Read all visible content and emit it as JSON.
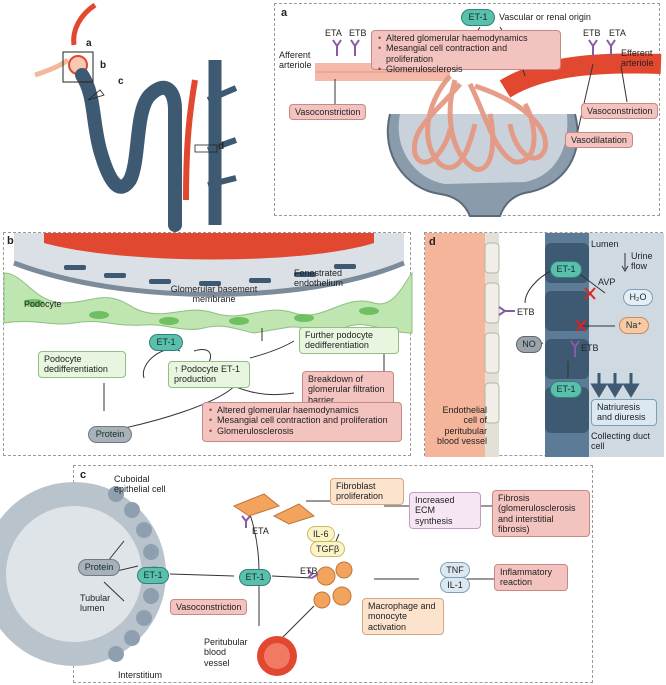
{
  "overview": {
    "labels": [
      "a",
      "b",
      "c",
      "d"
    ]
  },
  "panel_a": {
    "letter": "a",
    "et1": "ET-1",
    "origin": "Vascular or renal origin",
    "effects": [
      "Altered glomerular haemodynamics",
      "Mesangial cell contraction and proliferation",
      "Glomerulosclerosis"
    ],
    "left_receptors": [
      "ETA",
      "ETB"
    ],
    "right_receptors": [
      "ETB",
      "ETA"
    ],
    "afferent": "Afferent arteriole",
    "efferent": "Efferent arteriole",
    "vasoconstriction_left": "Vasoconstriction",
    "vasoconstriction_right": "Vasoconstriction",
    "vasodilatation": "Vasodilatation"
  },
  "panel_b": {
    "letter": "b",
    "podocyte": "Podocyte",
    "gbm": "Glomerular basement membrane",
    "fenestrated": "Fenestrated endothelium",
    "et1": "ET-1",
    "dedifferentiation": "Podocyte dedifferentiation",
    "production": "↑ Podocyte ET-1 production",
    "further": "Further podocyte dedifferentiation",
    "breakdown": "Breakdown of glomerular filtration barrier",
    "effects": [
      "Altered glomerular haemodynamics",
      "Mesangial cell contraction and proliferation",
      "Glomerulosclerosis"
    ],
    "protein": "Protein"
  },
  "panel_d": {
    "letter": "d",
    "lumen": "Lumen",
    "urine_flow": "Urine flow",
    "et1_top": "ET-1",
    "et1_bottom": "ET-1",
    "avp": "AVP",
    "h2o": "H₂O",
    "na": "Na⁺",
    "no": "NO",
    "etb_left": "ETB",
    "etb_right": "ETB",
    "natriuresis": "Natriuresis and diuresis",
    "endothelial": "Endothelial cell of peritubular blood vessel",
    "collecting": "Collecting duct cell"
  },
  "panel_c": {
    "letter": "c",
    "cuboidal": "Cuboidal epithelial cell",
    "protein": "Protein",
    "tubular": "Tubular lumen",
    "interstitium": "Interstitium",
    "et1_a": "ET-1",
    "et1_b": "ET-1",
    "eta": "ETA",
    "etb": "ETB",
    "fibroblast": "Fibroblast proliferation",
    "ecm": "Increased ECM synthesis",
    "fibrosis": "Fibrosis (glomerulosclerosis and interstitial fibrosis)",
    "il6": "IL-6",
    "tgfb": "TGFβ",
    "macrophage": "Macrophage and monocyte activation",
    "tnf": "TNF",
    "il1": "IL-1",
    "inflammatory": "Inflammatory reaction",
    "vasoconstriction": "Vasoconstriction",
    "peritubular": "Peritubular blood vessel"
  },
  "colors": {
    "et1": "#5bbfae",
    "vessel_red": "#e2472f",
    "kidney_blue": "#3d5a72",
    "podocyte_green": "#bfe5b0"
  }
}
